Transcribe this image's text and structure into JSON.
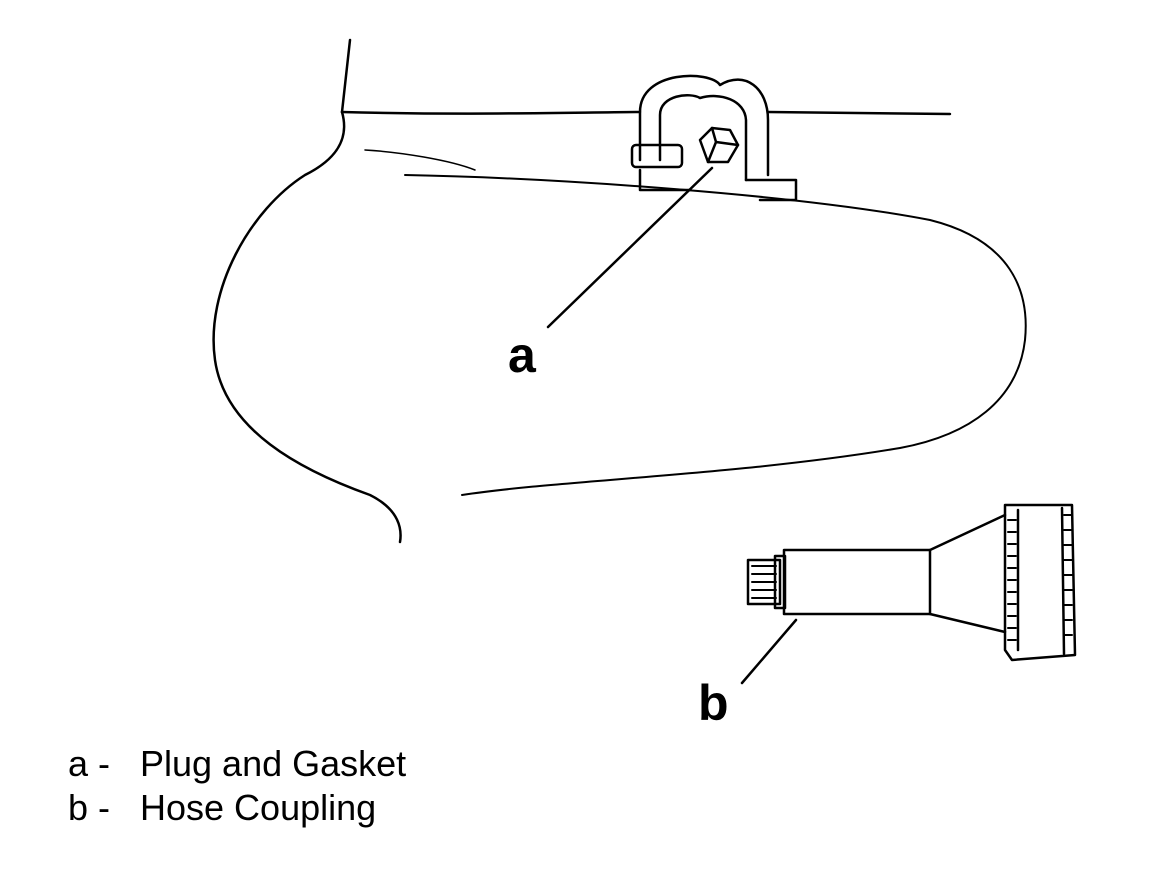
{
  "callouts": [
    {
      "letter": "a"
    },
    {
      "letter": "b"
    }
  ],
  "legend": [
    {
      "key": "a",
      "sep": "-",
      "text": "Plug and Gasket"
    },
    {
      "key": "b",
      "sep": "-",
      "text": "Hose Coupling"
    }
  ]
}
